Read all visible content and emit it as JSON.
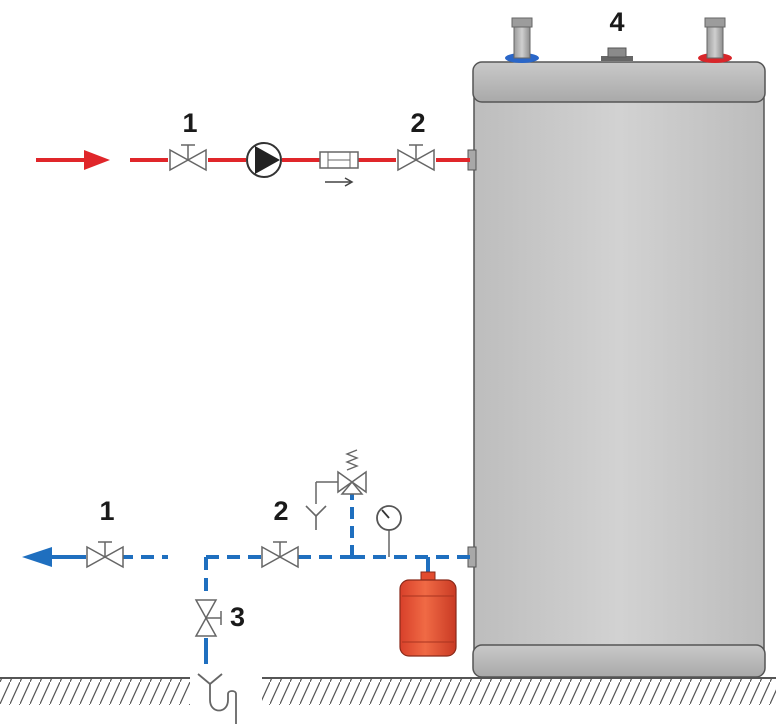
{
  "labels": {
    "supply_valve": "1",
    "supply_valve_tank": "2",
    "return_valve": "1",
    "return_valve_tank": "2",
    "drain_valve": "3",
    "top_connection": "4"
  },
  "colors": {
    "hot_pipe": "#e0262a",
    "cold_pipe": "#1f6fbf",
    "tank_body": "#c8c8c8",
    "tank_cap": "#b4b4b4",
    "expansion_vessel": "#e34b2e",
    "ground_hatch": "#555555"
  },
  "icons": {
    "pump": "circulation-pump-icon",
    "filter": "strainer-icon",
    "valve": "gate-valve-icon",
    "safety_valve": "safety-valve-icon",
    "pressure_gauge": "pressure-gauge-icon",
    "expansion_vessel": "expansion-vessel-icon",
    "drain_funnel": "drain-funnel-icon"
  }
}
